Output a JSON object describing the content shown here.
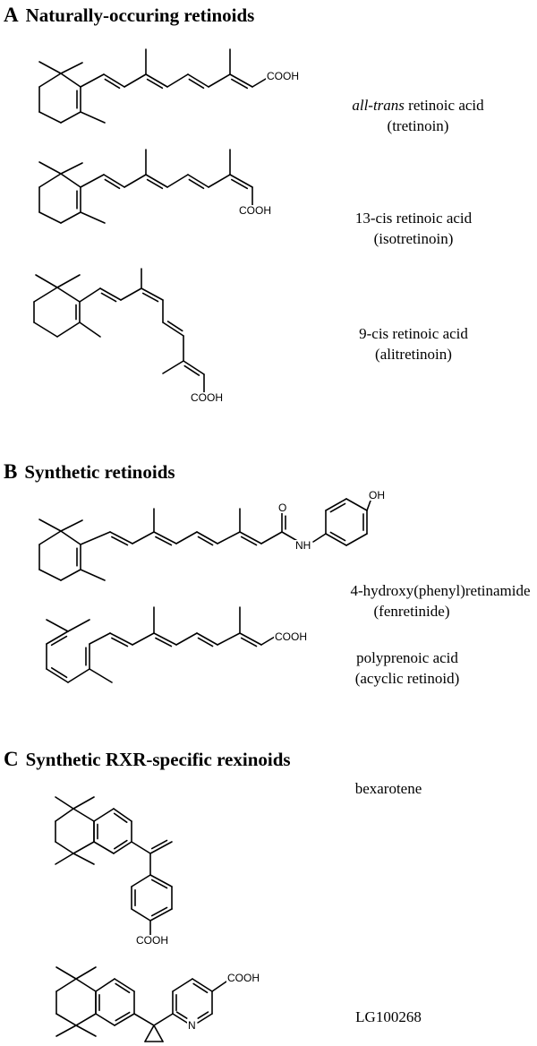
{
  "sections": {
    "a": {
      "letter": "A",
      "title": "Naturally-occuring retinoids"
    },
    "b": {
      "letter": "B",
      "title": "Synthetic retinoids"
    },
    "c": {
      "letter": "C",
      "title": "Synthetic RXR-specific rexinoids"
    }
  },
  "compounds": [
    {
      "name_italic": "all-trans",
      "name": " retinoic acid",
      "common": "(tretinoin)"
    },
    {
      "name": "13-cis retinoic acid",
      "common": "(isotretinoin)"
    },
    {
      "name": "9-cis retinoic acid",
      "common": "(alitretinoin)"
    },
    {
      "name": "4-hydroxy(phenyl)retinamide",
      "common": "(fenretinide)"
    },
    {
      "name": "polyprenoic acid",
      "common": "(acyclic retinoid)"
    },
    {
      "name": "bexarotene"
    },
    {
      "name": "LG100268"
    }
  ],
  "atoms": {
    "cooh": "COOH",
    "nh": "NH",
    "o": "O",
    "oh": "OH",
    "n": "N"
  }
}
